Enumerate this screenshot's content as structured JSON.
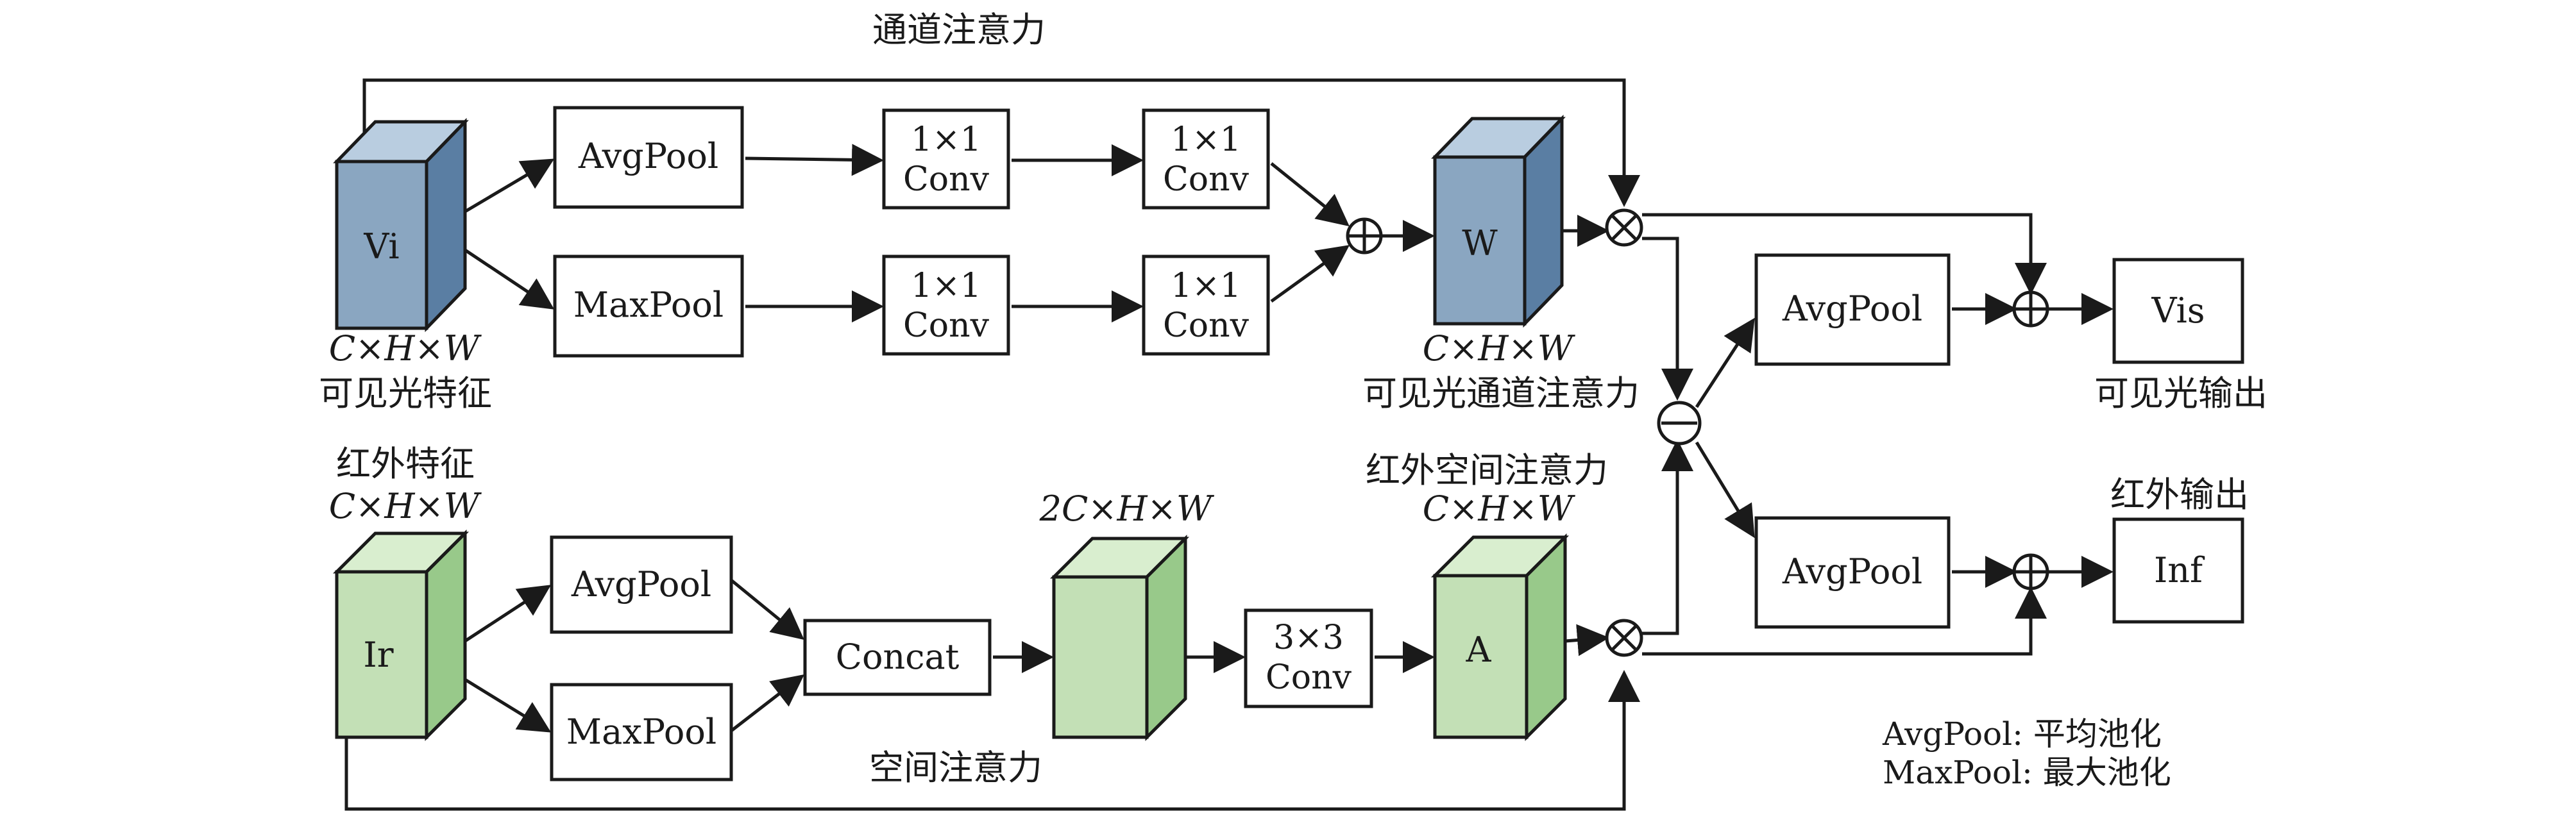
{
  "titles": {
    "channel_attention": "通道注意力",
    "spatial_attention": "空间注意力"
  },
  "visible": {
    "cube_label": "Vi",
    "dims": "C×H×W",
    "caption": "可见光特征"
  },
  "infrared": {
    "cube_label": "Ir",
    "caption": "红外特征",
    "dims": "C×H×W"
  },
  "channel_branch": {
    "avgpool": "AvgPool",
    "maxpool": "MaxPool",
    "conv_top_1": "1×1",
    "conv_top_2": "Conv",
    "conv_bot_1": "1×1",
    "conv_bot_2": "Conv"
  },
  "w_block": {
    "label": "W",
    "dims": "C×H×W",
    "caption": "可见光通道注意力"
  },
  "spatial_branch": {
    "avgpool": "AvgPool",
    "maxpool": "MaxPool",
    "concat": "Concat",
    "concat_dims": "2C×H×W",
    "conv_1": "3×3",
    "conv_2": "Conv"
  },
  "a_block": {
    "label": "A",
    "caption": "红外空间注意力",
    "dims": "C×H×W"
  },
  "fusion": {
    "avgpool_top": "AvgPool",
    "avgpool_bottom": "AvgPool"
  },
  "outputs": {
    "vis": "Vis",
    "vis_caption": "可见光输出",
    "inf": "Inf",
    "inf_caption": "红外输出"
  },
  "legend": {
    "line1": "AvgPool: 平均池化",
    "line2": "MaxPool: 最大池化"
  },
  "colors": {
    "visible_front": "#8aa6c1",
    "visible_top": "#b9cde0",
    "visible_side": "#5a7ea3",
    "infrared_front": "#c3e0b6",
    "infrared_top": "#d9eecf",
    "infrared_side": "#98c98a"
  }
}
